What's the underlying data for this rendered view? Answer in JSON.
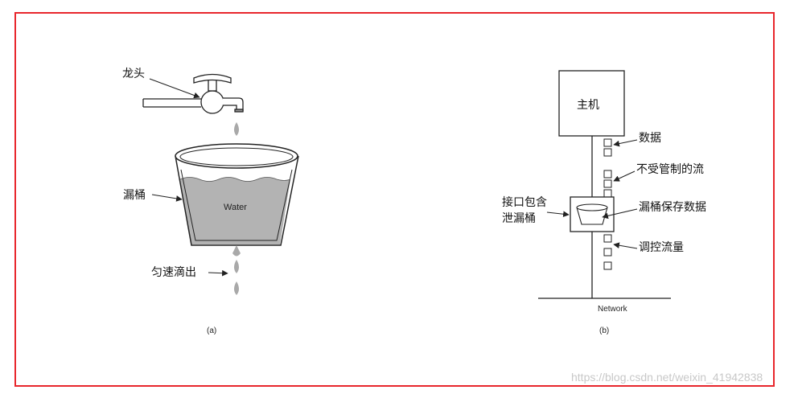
{
  "colors": {
    "frame": "#e8262c",
    "line": "#222222",
    "water": "#b3b3b3",
    "drop": "#a9a9a9",
    "watermark": "#c8c8c8"
  },
  "panel_a": {
    "faucet_label": "龙头",
    "bucket_label": "漏桶",
    "water_label": "Water",
    "drip_label": "匀速滴出",
    "caption": "(a)"
  },
  "panel_b": {
    "host_label": "主机",
    "data_label": "数据",
    "unregulated_label": "不受管制的流",
    "interface_label_line1": "接口包含",
    "interface_label_line2": "泄漏桶",
    "bucket_holds_label": "漏桶保存数据",
    "regulated_label": "调控流量",
    "network_label": "Network",
    "caption": "(b)"
  },
  "watermark": "https://blog.csdn.net/weixin_41942838"
}
